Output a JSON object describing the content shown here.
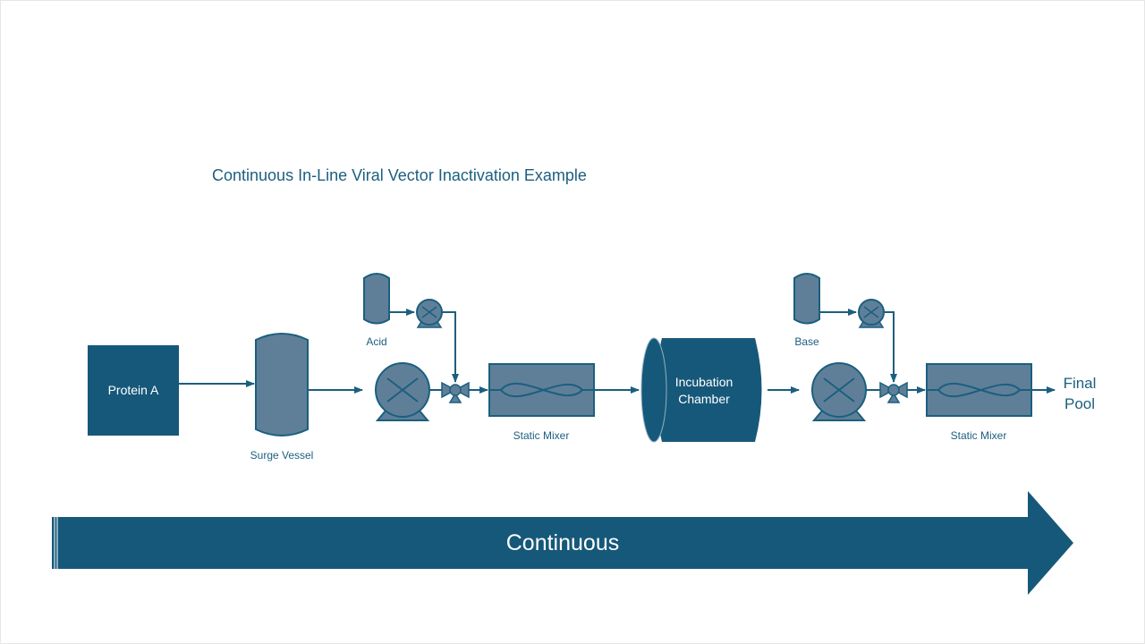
{
  "diagram": {
    "title": "Continuous In-Line Viral Vector Inactivation Example",
    "nodes": {
      "protein_a": "Protein A",
      "surge_vessel": "Surge Vessel",
      "acid": "Acid",
      "base": "Base",
      "static_mixer_1": "Static Mixer",
      "incubation_line1": "Incubation",
      "incubation_line2": "Chamber",
      "static_mixer_2": "Static Mixer",
      "final_line1": "Final",
      "final_line2": "Pool"
    },
    "timeline": {
      "label": "Continuous"
    },
    "colors": {
      "dark_teal": "#16587a",
      "slate": "#5f7f98",
      "line": "#1b5f7f",
      "text": "#1b5f7f"
    }
  }
}
